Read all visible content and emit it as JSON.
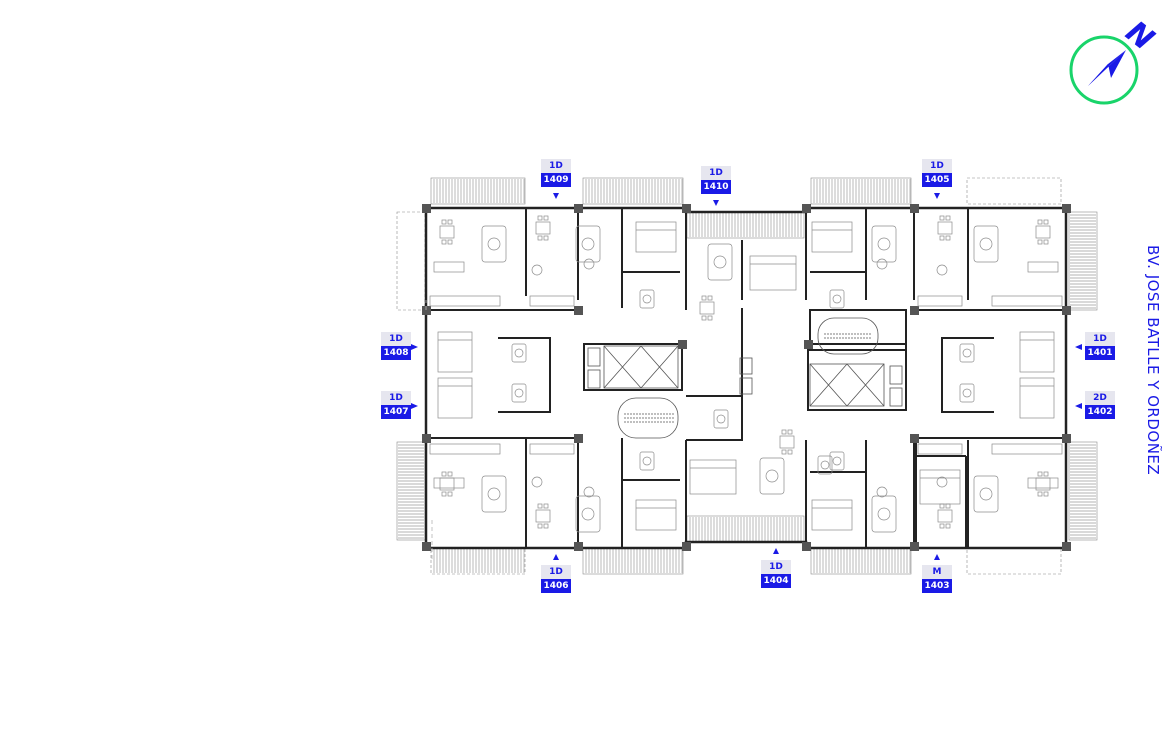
{
  "street": {
    "label": "BV. JOSE BATLLE Y ORDOÑEZ"
  },
  "compass": {
    "north_label": "N",
    "ring_color": "#19d46a",
    "needle_color": "#1a1ae6"
  },
  "colors": {
    "accent": "#1a1ae6",
    "tag_bg": "#e6e6ef",
    "wall": "#222222",
    "line": "#9a9a9a"
  },
  "units": [
    {
      "id": "u1409",
      "type": "1D",
      "number": "1409"
    },
    {
      "id": "u1410",
      "type": "1D",
      "number": "1410"
    },
    {
      "id": "u1405",
      "type": "1D",
      "number": "1405"
    },
    {
      "id": "u1408",
      "type": "1D",
      "number": "1408"
    },
    {
      "id": "u1407",
      "type": "1D",
      "number": "1407"
    },
    {
      "id": "u1401",
      "type": "1D",
      "number": "1401"
    },
    {
      "id": "u1402",
      "type": "2D",
      "number": "1402"
    },
    {
      "id": "u1406",
      "type": "1D",
      "number": "1406"
    },
    {
      "id": "u1404",
      "type": "1D",
      "number": "1404"
    },
    {
      "id": "u1403",
      "type": "M",
      "number": "1403"
    }
  ]
}
